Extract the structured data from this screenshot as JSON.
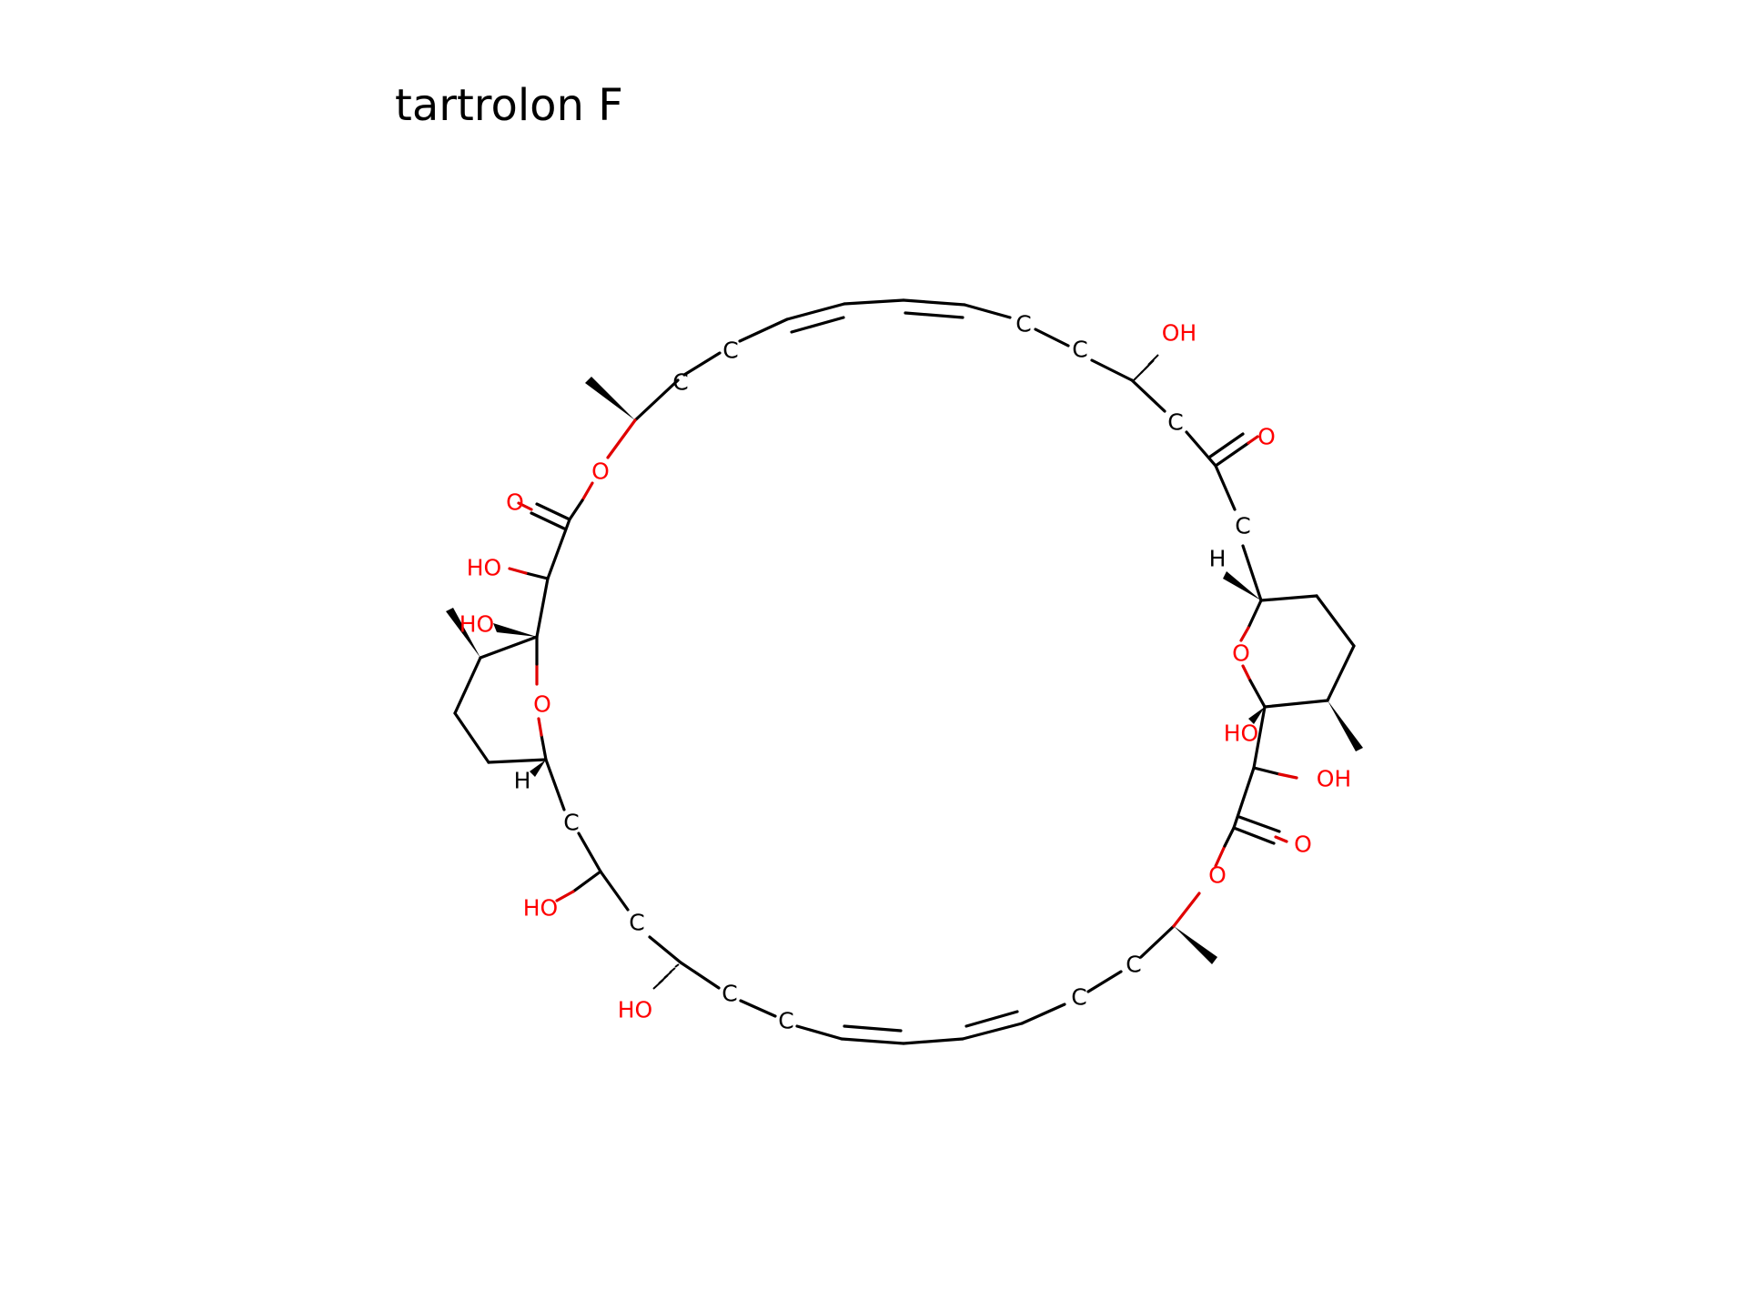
{
  "title": "tartrolon F",
  "atom_labels": {
    "carbon": "C",
    "oxygen": "O",
    "hydroxyl": "OH",
    "hydroxyl_left": "HO",
    "hydrogen": "H"
  },
  "colors": {
    "carbon": "#000000",
    "heteroatom": "#ff0000",
    "background": "#ffffff"
  }
}
